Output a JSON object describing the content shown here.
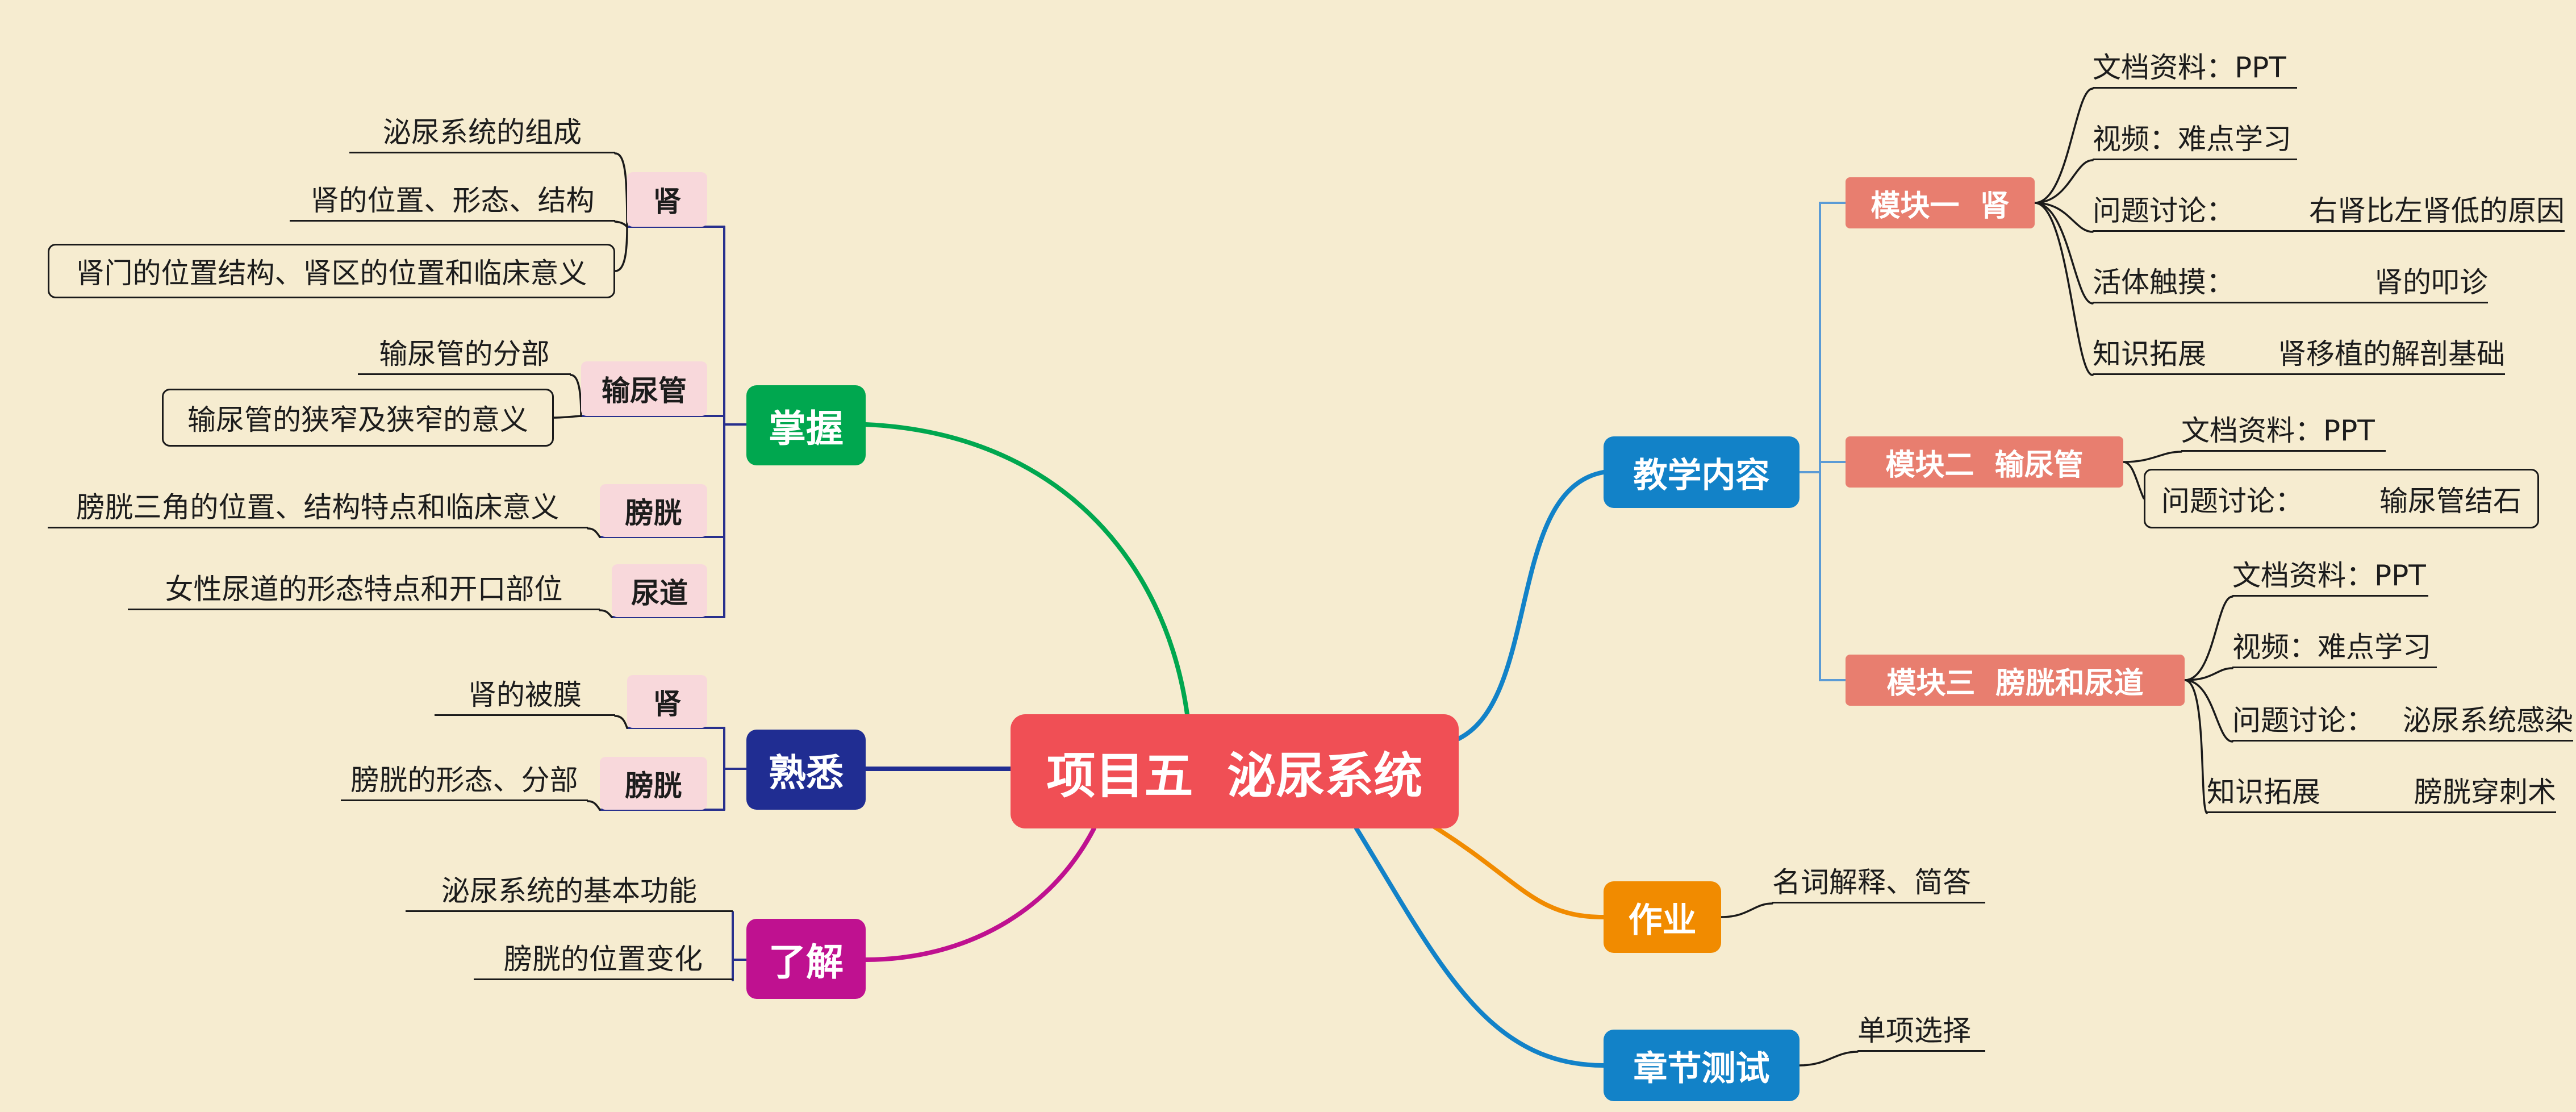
{
  "palette": {
    "background": "#f6ecd0",
    "center": "#f04f55",
    "master_green": "#00a74f",
    "familiar_navy": "#202d92",
    "understand_magenta": "#bf1190",
    "teaching_blue": "#1282c8",
    "homework_orange": "#f18b00",
    "module_salmon": "#e87e6f",
    "topic_pink": "#f8d8db",
    "line_dark": "#1a1a1a",
    "line_left_spine": "#28308d",
    "line_right_spine": "#5b9bd5"
  },
  "center": {
    "label": "项目五  泌尿系统"
  },
  "left": {
    "master": {
      "label": "掌握",
      "kidney": {
        "label": "肾",
        "items": [
          "泌尿系统的组成",
          "肾的位置、形态、结构",
          "肾门的位置结构、肾区的位置和临床意义"
        ]
      },
      "ureter": {
        "label": "输尿管",
        "items": [
          "输尿管的分部",
          "输尿管的狭窄及狭窄的意义"
        ]
      },
      "bladder": {
        "label": "膀胱",
        "items": [
          "膀胱三角的位置、结构特点和临床意义"
        ]
      },
      "urethra": {
        "label": "尿道",
        "items": [
          "女性尿道的形态特点和开口部位"
        ]
      }
    },
    "familiar": {
      "label": "熟悉",
      "kidney": {
        "label": "肾",
        "items": [
          "肾的被膜"
        ]
      },
      "bladder": {
        "label": "膀胱",
        "items": [
          "膀胱的形态、分部"
        ]
      }
    },
    "understand": {
      "label": "了解",
      "items": [
        "泌尿系统的基本功能",
        "膀胱的位置变化"
      ]
    }
  },
  "right": {
    "teaching": {
      "label": "教学内容",
      "module1": {
        "label": "模块一  肾",
        "items": [
          {
            "label": "文档资料：PPT",
            "value": ""
          },
          {
            "label": "视频：难点学习",
            "value": ""
          },
          {
            "label": "问题讨论：",
            "value": "右肾比左肾低的原因"
          },
          {
            "label": "活体触摸：",
            "value": "肾的叩诊"
          },
          {
            "label": "知识拓展",
            "value": "肾移植的解剖基础"
          }
        ]
      },
      "module2": {
        "label": "模块二  输尿管",
        "items": [
          {
            "label": "文档资料：PPT",
            "value": ""
          },
          {
            "label": "问题讨论：",
            "value": "输尿管结石"
          }
        ]
      },
      "module3": {
        "label": "模块三  膀胱和尿道",
        "items": [
          {
            "label": "文档资料：PPT",
            "value": ""
          },
          {
            "label": "视频：难点学习",
            "value": ""
          },
          {
            "label": "问题讨论：",
            "value": "泌尿系统感染"
          },
          {
            "label": "知识拓展",
            "value": "膀胱穿刺术"
          }
        ]
      }
    },
    "homework": {
      "label": "作业",
      "items": [
        "名词解释、简答"
      ]
    },
    "test": {
      "label": "章节测试",
      "items": [
        "单项选择"
      ]
    }
  }
}
